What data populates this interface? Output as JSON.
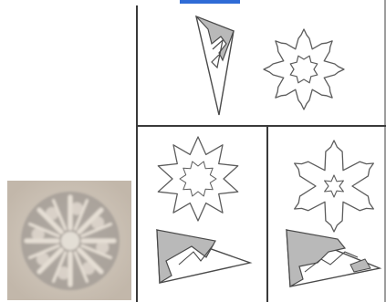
{
  "colors": {
    "background": "#ffffff",
    "frame": "#3a3a3a",
    "cut_fill": "#b9b9b9",
    "outline": "#5c5c5c",
    "photo_paper": "#c9c0b3",
    "photo_snowflake": "#a59e97",
    "link_mark": "#2f6bd6"
  },
  "panels": {
    "top": {
      "icon": "folded-cone-and-snowflake"
    },
    "bottom_left": {
      "icon": "folded-triangle-and-snowflake"
    },
    "bottom_right": {
      "icon": "folded-triangle-and-snowflake"
    }
  },
  "photo": {
    "icon": "paper-snowflake-photo"
  }
}
